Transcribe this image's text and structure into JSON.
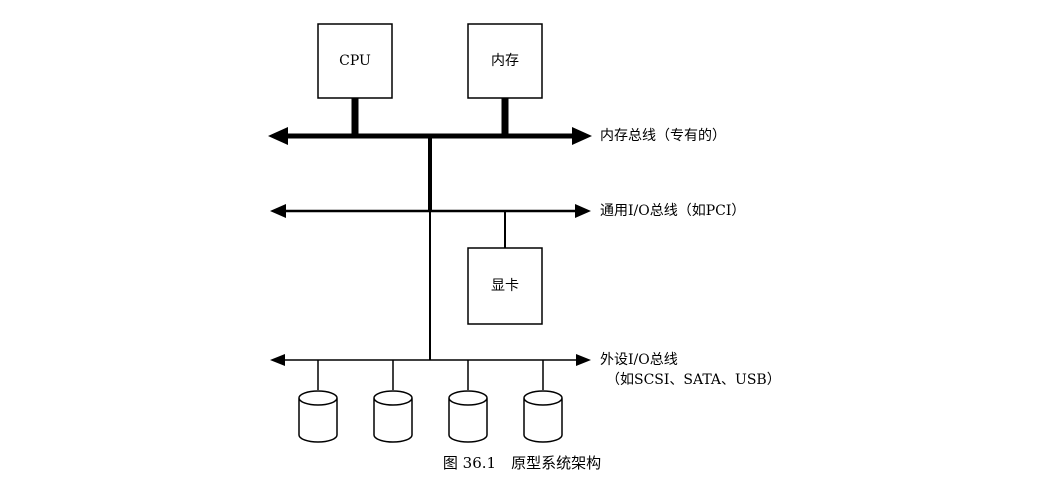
{
  "components": {
    "cpu": "CPU",
    "memory": "内存",
    "graphics": "显卡"
  },
  "buses": {
    "memory_bus": "内存总线（专有的）",
    "general_io_bus": "通用I/O总线（如PCI）",
    "peripheral_io_bus_line1": "外设I/O总线",
    "peripheral_io_bus_line2": "（如SCSI、SATA、USB）"
  },
  "caption": "图 36.1　原型系统架构",
  "colors": {
    "stroke": "#000000",
    "background": "#ffffff"
  }
}
